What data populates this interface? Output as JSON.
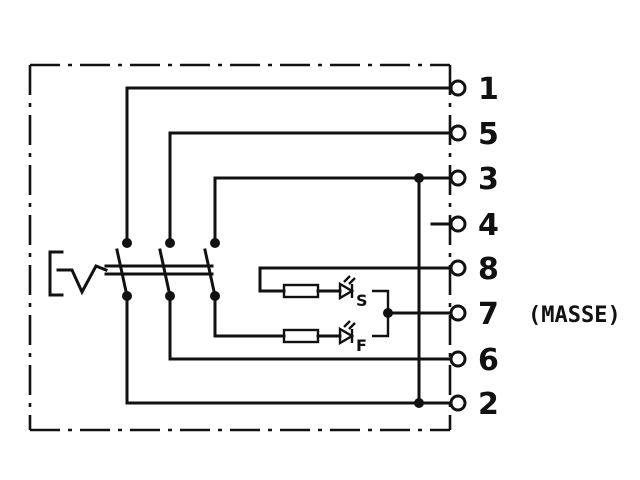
{
  "terminals": [
    {
      "id": "t1",
      "label": "1"
    },
    {
      "id": "t5",
      "label": "5"
    },
    {
      "id": "t3",
      "label": "3"
    },
    {
      "id": "t4",
      "label": "4"
    },
    {
      "id": "t8",
      "label": "8"
    },
    {
      "id": "t7",
      "label": "7"
    },
    {
      "id": "t6",
      "label": "6"
    },
    {
      "id": "t2",
      "label": "2"
    }
  ],
  "lamps": {
    "upper": "S",
    "lower": "F"
  },
  "ground_note": "(MASSE)"
}
